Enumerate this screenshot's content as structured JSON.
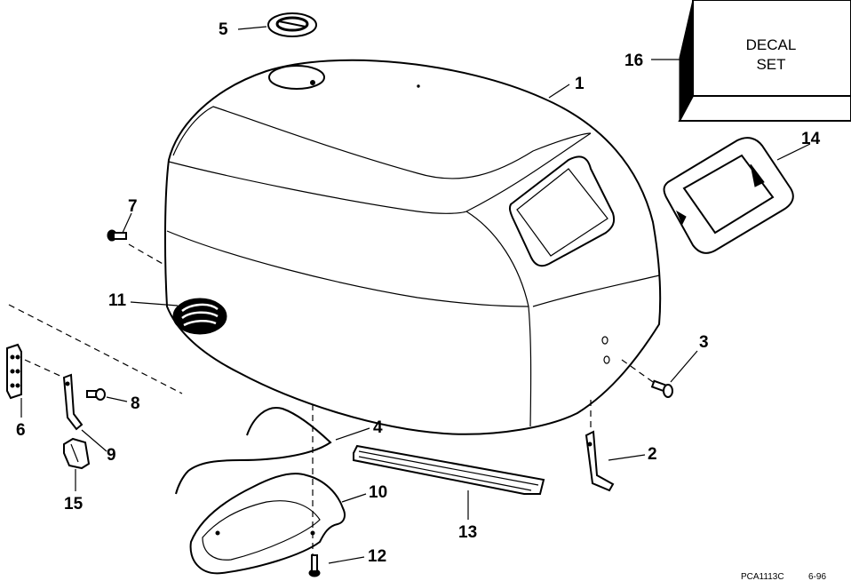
{
  "diagram": {
    "decal_box": {
      "line1": "DECAL",
      "line2": "SET"
    },
    "callouts": {
      "c1": "1",
      "c2": "2",
      "c3": "3",
      "c4": "4",
      "c5": "5",
      "c6": "6",
      "c7": "7",
      "c8": "8",
      "c9": "9",
      "c10": "10",
      "c11": "11",
      "c12": "12",
      "c13": "13",
      "c14": "14",
      "c15": "15",
      "c16": "16"
    },
    "footer": {
      "code": "PCA1113C",
      "date": "6-96"
    }
  }
}
